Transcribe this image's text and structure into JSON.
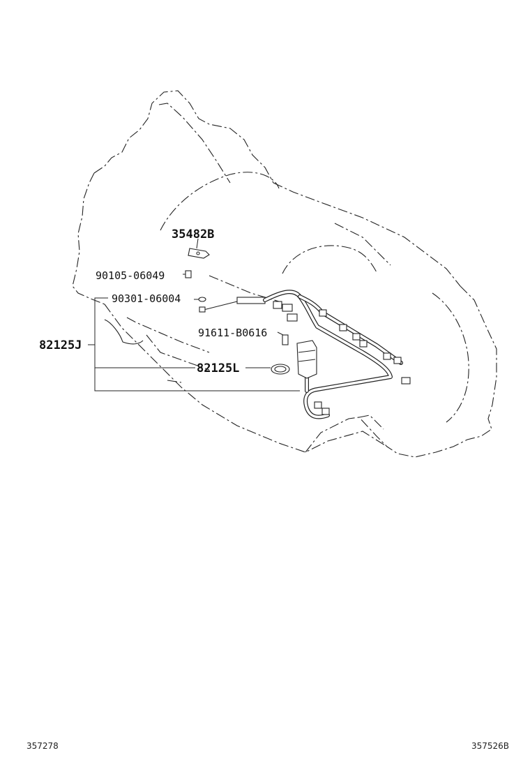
{
  "callouts": {
    "c35482b": "35482B",
    "c9010506049": "90105-06049",
    "c9030106004": "90301-06004",
    "c82125j": "82125J",
    "c91611b0616": "91611-B0616",
    "c82125l": "82125L"
  },
  "footer": {
    "left_code": "357278",
    "right_code": "357526B"
  },
  "colors": {
    "line": "#222222",
    "background": "#ffffff"
  }
}
